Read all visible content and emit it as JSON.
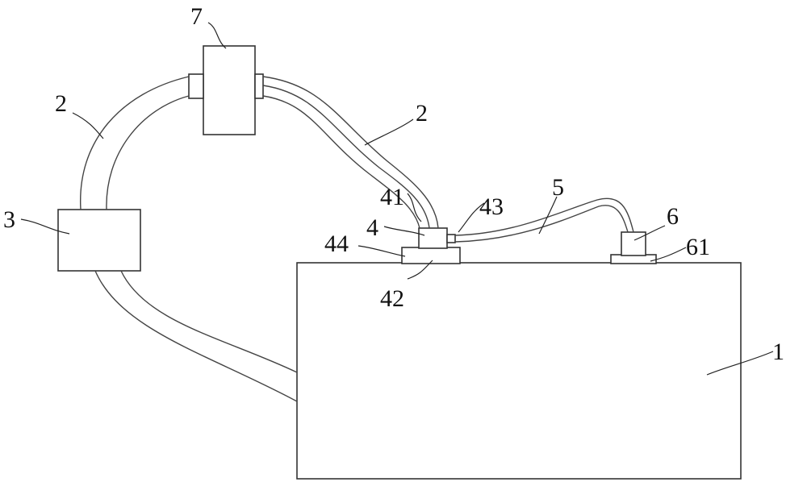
{
  "labels": {
    "body": "1",
    "pipe_left": "2",
    "pipe_right": "2",
    "unit_3": "3",
    "connector": "4",
    "connector_top": "41",
    "connector_base": "42",
    "connector_side": "43",
    "connector_flange": "44",
    "thin_tube": "5",
    "sensor": "6",
    "sensor_base": "61",
    "filter": "7"
  }
}
